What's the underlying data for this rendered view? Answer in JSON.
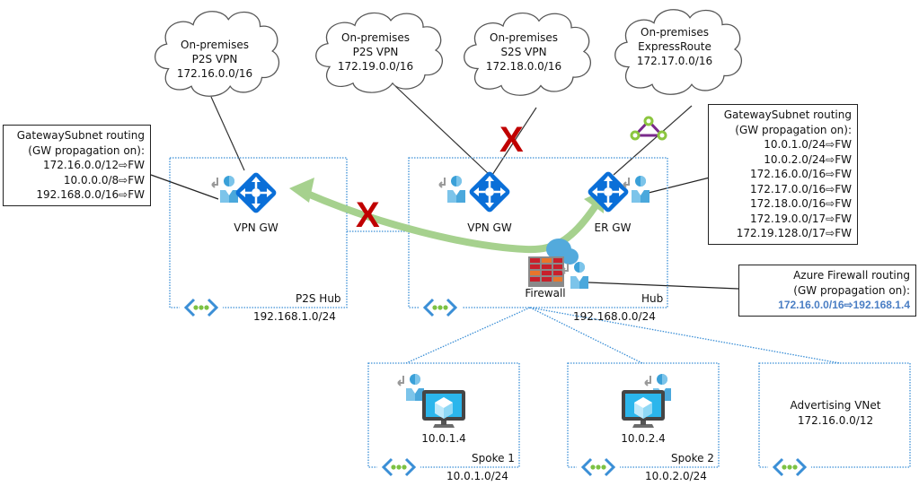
{
  "clouds": [
    {
      "id": "p2s-a",
      "lines": [
        "On-premises",
        "P2S VPN",
        "172.16.0.0/16"
      ]
    },
    {
      "id": "p2s-b",
      "lines": [
        "On-premises",
        "P2S VPN",
        "172.19.0.0/16"
      ]
    },
    {
      "id": "s2s",
      "lines": [
        "On-premises",
        "S2S VPN",
        "172.18.0.0/16"
      ]
    },
    {
      "id": "er",
      "lines": [
        "On-premises",
        "ExpressRoute",
        "172.17.0.0/16"
      ]
    }
  ],
  "route_tables": {
    "p2s_gateway_subnet": {
      "title": [
        "GatewaySubnet routing",
        "(GW propagation on):"
      ],
      "routes": [
        "172.16.0.0/12⇨FW",
        "10.0.0.0/8⇨FW",
        "192.168.0.0/16⇨FW"
      ]
    },
    "hub_gateway_subnet": {
      "title": [
        "GatewaySubnet routing",
        "(GW propagation on):"
      ],
      "routes": [
        "10.0.1.0/24⇨FW",
        "10.0.2.0/24⇨FW",
        "172.16.0.0/16⇨FW",
        "172.17.0.0/16⇨FW",
        "172.18.0.0/16⇨FW",
        "172.19.0.0/17⇨FW",
        "172.19.128.0/17⇨FW"
      ]
    },
    "azure_firewall": {
      "title": [
        "Azure Firewall routing",
        "(GW propagation on):"
      ],
      "routes": [
        "172.16.0.0/16⇨192.168.1.4"
      ],
      "highlight_color": "#4a7ec4"
    }
  },
  "vnets": {
    "p2s_hub": {
      "name": "P2S Hub",
      "cidr": "192.168.1.0/24",
      "gateway_label": "VPN GW"
    },
    "hub": {
      "name": "Hub",
      "cidr": "192.168.0.0/24",
      "vpn_gw_label": "VPN GW",
      "er_gw_label": "ER GW",
      "firewall_label": "Firewall"
    },
    "spoke1": {
      "name": "Spoke 1",
      "cidr": "10.0.1.0/24",
      "vm_ip": "10.0.1.4"
    },
    "spoke2": {
      "name": "Spoke 2",
      "cidr": "10.0.2.0/24",
      "vm_ip": "10.0.2.4"
    },
    "advertising": {
      "lines": [
        "Advertising VNet",
        "172.16.0.0/12"
      ]
    }
  },
  "marks": {
    "blocked_symbol": "X"
  },
  "colors": {
    "vnet_border": "#3b8fd6",
    "gateway_blue": "#0a6fd8",
    "flow_arrow": "#a6d18e",
    "blocked_red": "#c00000",
    "er_circuit_purple": "#7a2a8c",
    "er_circuit_green": "#8cc63f"
  }
}
